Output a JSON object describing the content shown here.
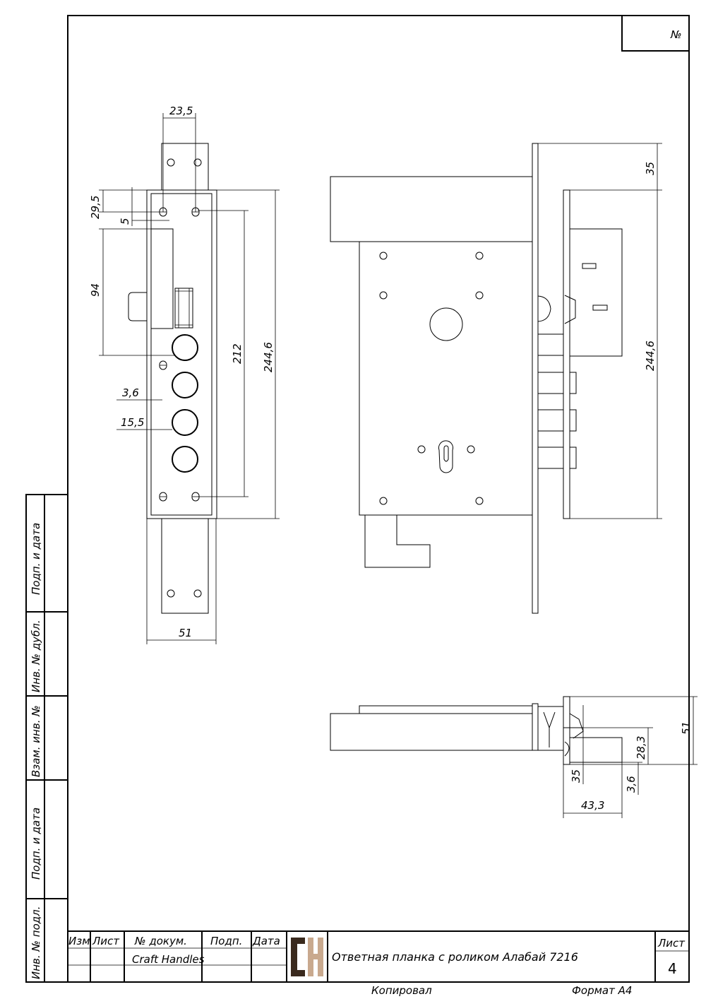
{
  "frame": {
    "number_sign": "№",
    "side_labels": [
      "Подп. и дата",
      "Инв. № дубл.",
      "Взам. инв. №",
      "Подп. и дата",
      "Инв. № подл."
    ]
  },
  "title_block": {
    "headers": {
      "izm": "Изм",
      "list": "Лист",
      "doc_no": "№ докум.",
      "podp": "Подп.",
      "data": "Дата"
    },
    "author": "Craft Handles",
    "logo": "CH-logo",
    "title": "Ответная планка с роликом Алабай 7216",
    "sheet_label": "Лист",
    "sheet_number": "4",
    "copied": "Копировал",
    "format": "Формат А4"
  },
  "dimensions": {
    "front": {
      "d1": "23,5",
      "d2": "29,5",
      "d3": "5",
      "d4": "94",
      "d5": "212",
      "d6": "244,6",
      "d7": "3,6",
      "d8": "15,5",
      "d9": "51"
    },
    "side": {
      "d1": "35",
      "d2": "244,6"
    },
    "top": {
      "d1": "51",
      "d2": "28,3",
      "d3": "35",
      "d4": "3,6",
      "d5": "43,3"
    }
  },
  "colors": {
    "logo_dark": "#3a2a1e",
    "logo_tan": "#c9a98e"
  }
}
